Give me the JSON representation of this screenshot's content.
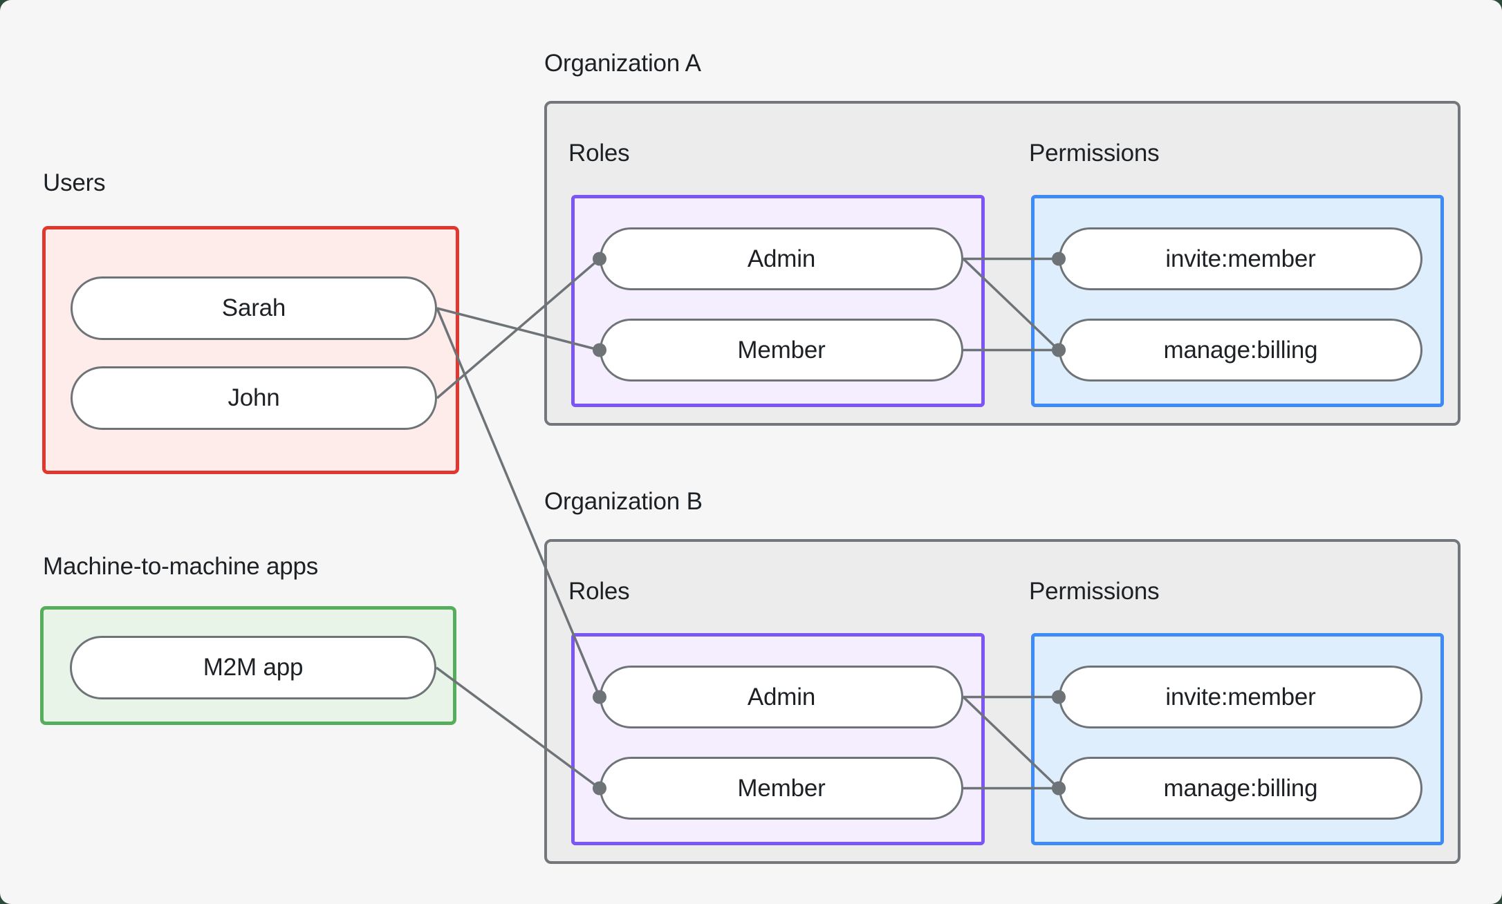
{
  "theme": {
    "outer_bg": "#2d4a3a",
    "page_bg": "#f5f6f5",
    "text": "#1d2125",
    "org_fill": "#ececec",
    "org_border": "#73777b",
    "connector": "#6e7377",
    "users_border": "#e0372e",
    "users_fill": "#fdece9",
    "apps_border": "#56ad5c",
    "apps_fill": "#e7f4e7",
    "roles_border": "#7b55f6",
    "roles_fill": "#f4eefe",
    "perms_border": "#3e8bf7",
    "perms_fill": "#dfeefc"
  },
  "users": {
    "label": "Users",
    "items": [
      "Sarah",
      "John"
    ]
  },
  "m2m": {
    "label": "Machine-to-machine apps",
    "items": [
      "M2M app"
    ]
  },
  "orgs": [
    {
      "title": "Organization A",
      "roles": {
        "label": "Roles",
        "items": [
          "Admin",
          "Member"
        ]
      },
      "permissions": {
        "label": "Permissions",
        "items": [
          "invite:member",
          "manage:billing"
        ]
      }
    },
    {
      "title": "Organization B",
      "roles": {
        "label": "Roles",
        "items": [
          "Admin",
          "Member"
        ]
      },
      "permissions": {
        "label": "Permissions",
        "items": [
          "invite:member",
          "manage:billing"
        ]
      }
    }
  ],
  "connections": [
    {
      "from": "user-0",
      "to": "org0-role-1"
    },
    {
      "from": "user-1",
      "to": "org0-role-0"
    },
    {
      "from": "user-0",
      "to": "org1-role-0"
    },
    {
      "from": "app-0",
      "to": "org1-role-1"
    },
    {
      "from": "org0-role-0",
      "to": "org0-perm-0"
    },
    {
      "from": "org0-role-0",
      "to": "org0-perm-1"
    },
    {
      "from": "org0-role-1",
      "to": "org0-perm-1"
    },
    {
      "from": "org1-role-0",
      "to": "org1-perm-0"
    },
    {
      "from": "org1-role-0",
      "to": "org1-perm-1"
    },
    {
      "from": "org1-role-1",
      "to": "org1-perm-1"
    }
  ]
}
